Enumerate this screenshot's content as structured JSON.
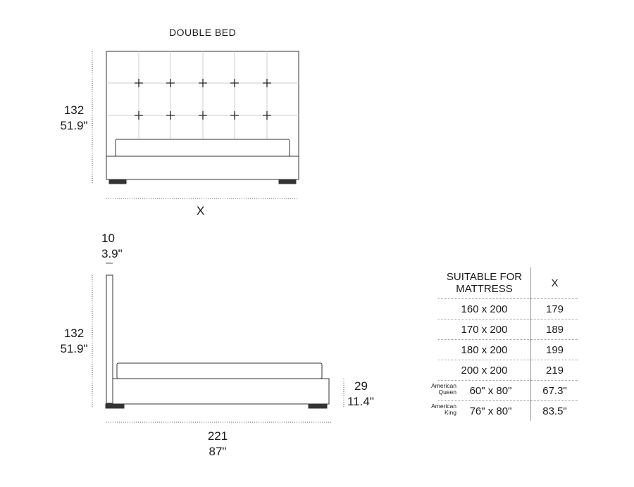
{
  "front_view": {
    "title": "DOUBLE BED",
    "height_cm": "132",
    "height_in": "51.9\"",
    "width_label": "X"
  },
  "side_view": {
    "headboard_cm": "10",
    "headboard_in": "3.9\"",
    "height_cm": "132",
    "height_in": "51.9\"",
    "base_height_cm": "29",
    "base_height_in": "11.4\"",
    "length_cm": "221",
    "length_in": "87\""
  },
  "mattress_table": {
    "header_mattress": "SUITABLE FOR MATTRESS",
    "header_x": "X",
    "rows": [
      {
        "tag": "",
        "mattress": "160 x 200",
        "x": "179"
      },
      {
        "tag": "",
        "mattress": "170 x 200",
        "x": "189"
      },
      {
        "tag": "",
        "mattress": "180 x 200",
        "x": "199"
      },
      {
        "tag": "",
        "mattress": "200 x 200",
        "x": "219"
      },
      {
        "tag": "American Queen",
        "mattress": "60\" x 80\"",
        "x": "67.3\""
      },
      {
        "tag": "American King",
        "mattress": "76\" x 80\"",
        "x": "83.5\""
      }
    ]
  }
}
